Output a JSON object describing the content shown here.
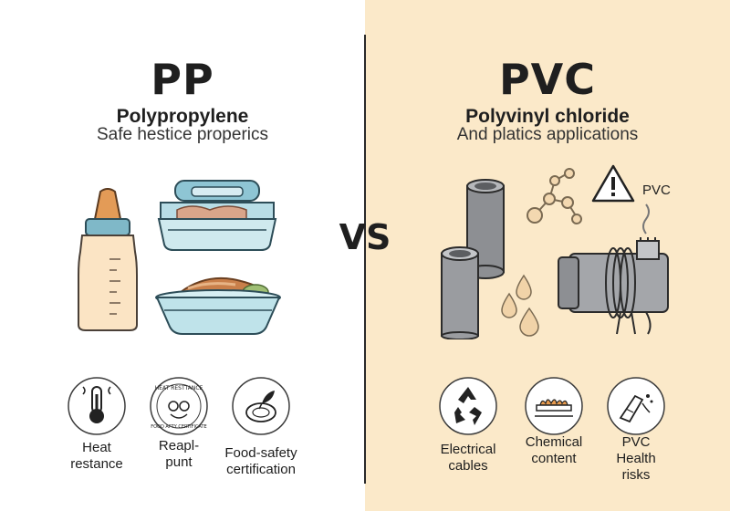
{
  "left": {
    "title": "PP",
    "subtitle": "Polypropylene",
    "tagline": "Safe hestice properics",
    "features": [
      {
        "icon": "thermometer-icon",
        "label": "Heat\nrestance"
      },
      {
        "icon": "certification-stamp-icon",
        "label": "Reapl-\npunt",
        "stamp_text": "HEAT RESTTANCE · FOOD AFTY CERTIFICATE"
      },
      {
        "icon": "leaf-plate-icon",
        "label": "Food-safety\ncertification"
      }
    ]
  },
  "right": {
    "title": "PVC",
    "subtitle": "Polyvinyl chloride",
    "tagline": "And platics applications",
    "hazard_label": "PVC",
    "features": [
      {
        "icon": "recycle-icon",
        "label": "Electrical\ncables"
      },
      {
        "icon": "chemical-flames-icon",
        "label": "Chemical\ncontent"
      },
      {
        "icon": "health-risk-icon",
        "label": "PVC\nHealth\nrisks"
      }
    ]
  },
  "vs_label": "VS",
  "colors": {
    "left_bg": "#ffffff",
    "right_bg": "#fbe9c9",
    "text": "#1f1f1f",
    "bottle_teal": "#7fb8c8",
    "nipple_orange": "#e39b57"
  }
}
